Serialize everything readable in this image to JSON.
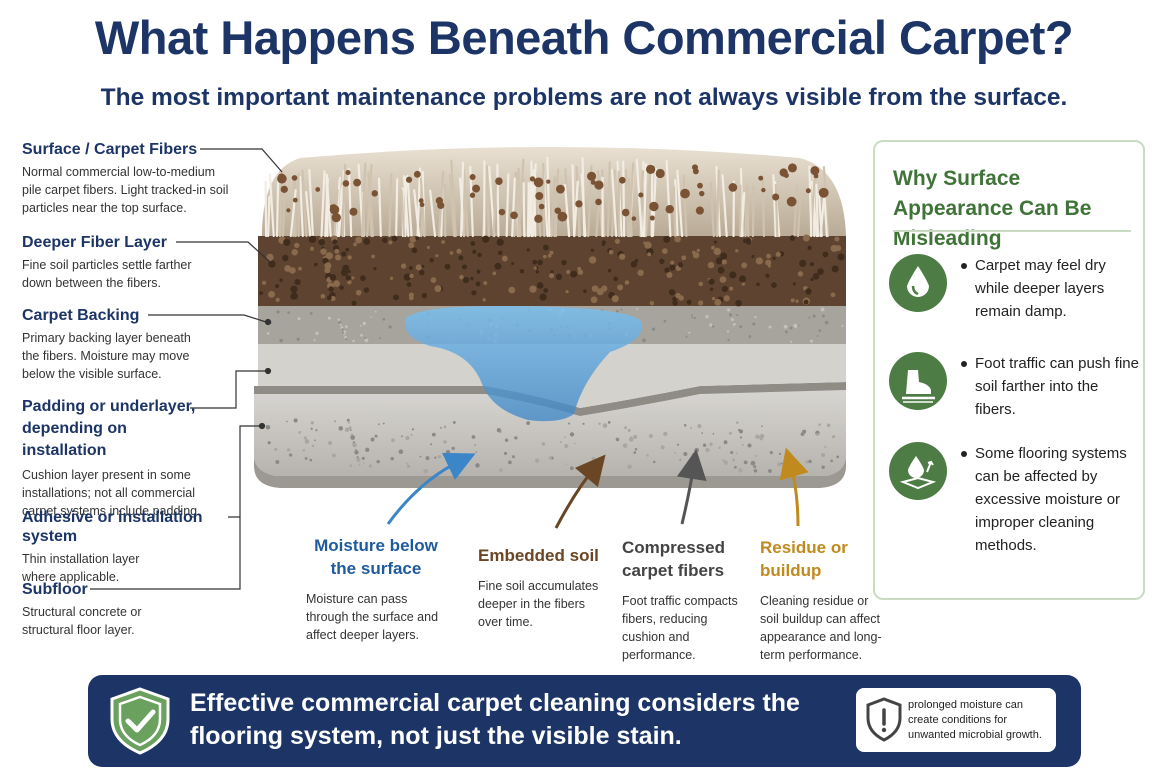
{
  "title": "What Happens Beneath Commercial Carpet?",
  "subtitle": "The most important maintenance problems are not always visible from the surface.",
  "layers": [
    {
      "title": "Surface / Carpet Fibers",
      "desc": "Normal commercial low-to-medium pile carpet fibers. Light tracked-in soil particles near the top surface."
    },
    {
      "title": "Deeper Fiber Layer",
      "desc": "Fine soil particles settle farther down between the fibers."
    },
    {
      "title": "Carpet Backing",
      "desc": "Primary backing layer beneath the fibers. Moisture may move below the visible surface."
    },
    {
      "title": "Padding or underlayer, depending on installation",
      "desc": "Cushion layer present in some installations; not all commercial carpet systems include padding."
    },
    {
      "title": "Adhesive or installation system",
      "desc": "Thin installation layer where applicable."
    },
    {
      "title": "Subfloor",
      "desc": "Structural concrete or structural floor layer."
    }
  ],
  "callouts": [
    {
      "title": "Moisture below the surface",
      "desc": "Moisture can pass through the surface and affect deeper layers.",
      "color": "#1e5b9e"
    },
    {
      "title": "Embedded soil",
      "desc": "Fine soil accumulates deeper in the fibers over time.",
      "color": "#6a4624"
    },
    {
      "title": "Compressed carpet fibers",
      "desc": "Foot traffic compacts fibers, reducing cushion and performance.",
      "color": "#444444"
    },
    {
      "title": "Residue or buildup",
      "desc": "Cleaning residue or soil buildup can affect appearance and long-term performance.",
      "color": "#c08a1e"
    }
  ],
  "panel": {
    "title": "Why Surface Appearance Can Be Misleading",
    "items": [
      {
        "icon": "water-drop-icon",
        "text": "Carpet may feel dry while deeper layers remain damp."
      },
      {
        "icon": "foot-traffic-icon",
        "text": "Foot traffic can push fine soil farther into the fibers."
      },
      {
        "icon": "flooring-moisture-icon",
        "text": "Some flooring systems can be affected by excessive moisture or improper cleaning methods."
      }
    ]
  },
  "banner": {
    "text": "Effective commercial carpet cleaning considers the flooring system, not just the visible stain.",
    "note": "prolonged moisture can create conditions for unwanted microbial growth."
  },
  "colors": {
    "navy": "#1c3566",
    "green": "#4d7c45",
    "moisture": "#3a86c8",
    "soil": "#6a4624",
    "residue": "#c08a1e"
  }
}
